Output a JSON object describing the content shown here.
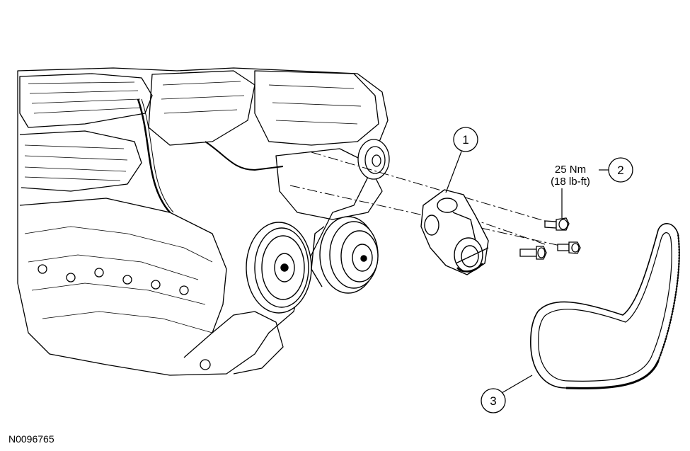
{
  "figure_id": "N0096765",
  "callouts": [
    {
      "number": "1"
    },
    {
      "number": "2",
      "torque_nm": "25 Nm",
      "torque_lbft": "(18 lb-ft)"
    },
    {
      "number": "3"
    }
  ],
  "colors": {
    "line": "#000000",
    "background": "#ffffff"
  }
}
